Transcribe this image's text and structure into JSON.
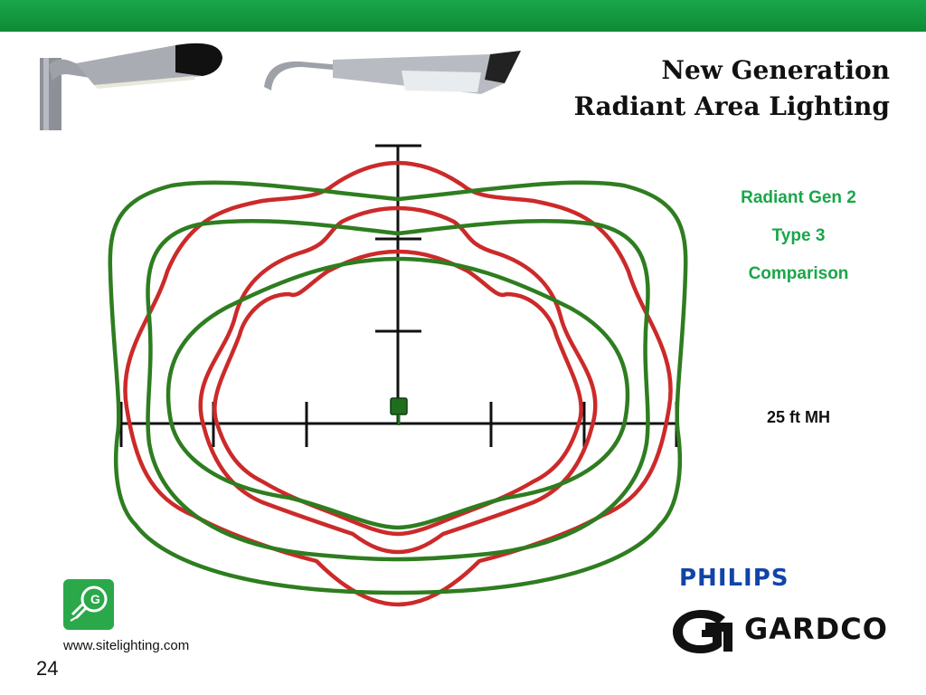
{
  "slide": {
    "title_line1": "New Generation",
    "title_line2": "Radiant Area Lighting",
    "legend": [
      "Radiant Gen 2",
      "Type 3",
      "Comparison"
    ],
    "mounting_height": "25 ft MH",
    "website": "www.sitelighting.com",
    "page_number": "24",
    "brand1": "PHILIPS",
    "brand2": "GARDCO"
  },
  "colors": {
    "header_green": "#14993f",
    "legend_green": "#1aa64a",
    "contour_red": "#cc2a2a",
    "contour_green": "#2e7d20",
    "philips_blue": "#1144a8"
  },
  "icons": {
    "luminaire_1": "streetlight-luminaire-icon",
    "luminaire_2": "area-light-luminaire-icon",
    "site_logo": "green-lightbulb-logo-icon",
    "gardco_mark": "gardco-g-logo-icon",
    "pole_marker": "pole-location-icon"
  },
  "diagram": {
    "series": [
      "red",
      "green"
    ],
    "rings": 3
  }
}
